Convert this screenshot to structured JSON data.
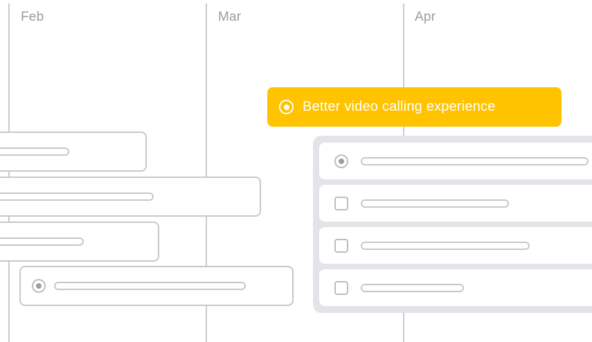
{
  "timeline": {
    "months": [
      {
        "label": "Feb"
      },
      {
        "label": "Mar"
      },
      {
        "label": "Apr"
      }
    ]
  },
  "tooltip": {
    "text": "Better video calling experience",
    "background": "#ffc300",
    "icon": "target-icon"
  },
  "colors": {
    "accent": "#ffc300",
    "outline": "#c6c7cc",
    "panel": "#e3e4e7",
    "month_label": "#9a9ba2"
  }
}
